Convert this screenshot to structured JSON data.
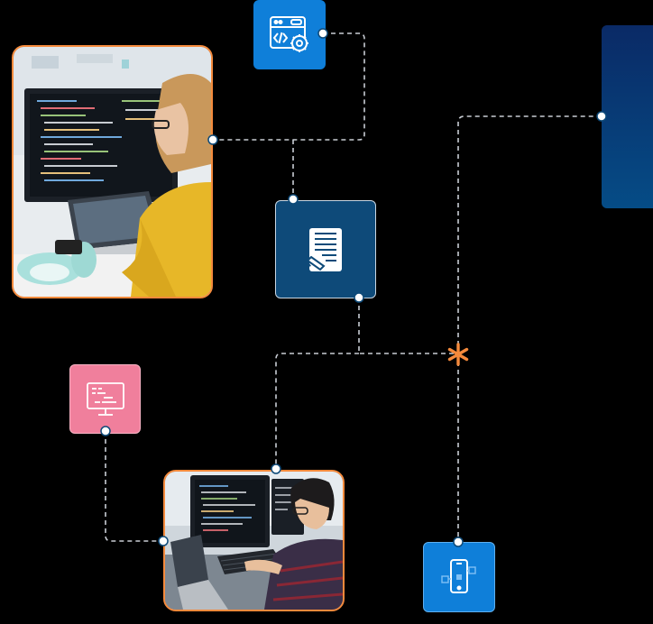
{
  "diagram": {
    "colors": {
      "background": "#000000",
      "connector": "#c9cdd4",
      "photo_border": "#f58a3c",
      "accent_star": "#f58a3c",
      "tile_light_blue": "#0f7fd9",
      "tile_dark_blue": "#0e4a79",
      "tile_pink": "#f07f9c",
      "panel_gradient_top": "#0a2a66",
      "panel_gradient_bottom": "#054c86"
    },
    "nodes": [
      {
        "id": "web-dev-tile",
        "kind": "icon-tile",
        "icon": "browser-code-gear-icon"
      },
      {
        "id": "coder-photo-woman",
        "kind": "photo",
        "depicts": "developer-at-monitor"
      },
      {
        "id": "document-tile",
        "kind": "icon-tile",
        "icon": "document-edit-icon"
      },
      {
        "id": "monitor-code-tile",
        "kind": "icon-tile",
        "icon": "monitor-code-icon"
      },
      {
        "id": "coder-photo-man",
        "kind": "photo",
        "depicts": "developer-at-keyboard"
      },
      {
        "id": "mobile-app-tile",
        "kind": "icon-tile",
        "icon": "mobile-app-icon"
      },
      {
        "id": "side-panel",
        "kind": "panel"
      },
      {
        "id": "junction-star",
        "kind": "marker",
        "icon": "asterisk-icon"
      }
    ],
    "edges": [
      {
        "from": "web-dev-tile",
        "to": "coder-photo-woman"
      },
      {
        "from": "coder-photo-woman",
        "to": "document-tile"
      },
      {
        "from": "document-tile",
        "to": "junction-star"
      },
      {
        "from": "junction-star",
        "to": "coder-photo-man"
      },
      {
        "from": "junction-star",
        "to": "mobile-app-tile"
      },
      {
        "from": "junction-star",
        "to": "side-panel"
      },
      {
        "from": "monitor-code-tile",
        "to": "coder-photo-man"
      }
    ]
  }
}
